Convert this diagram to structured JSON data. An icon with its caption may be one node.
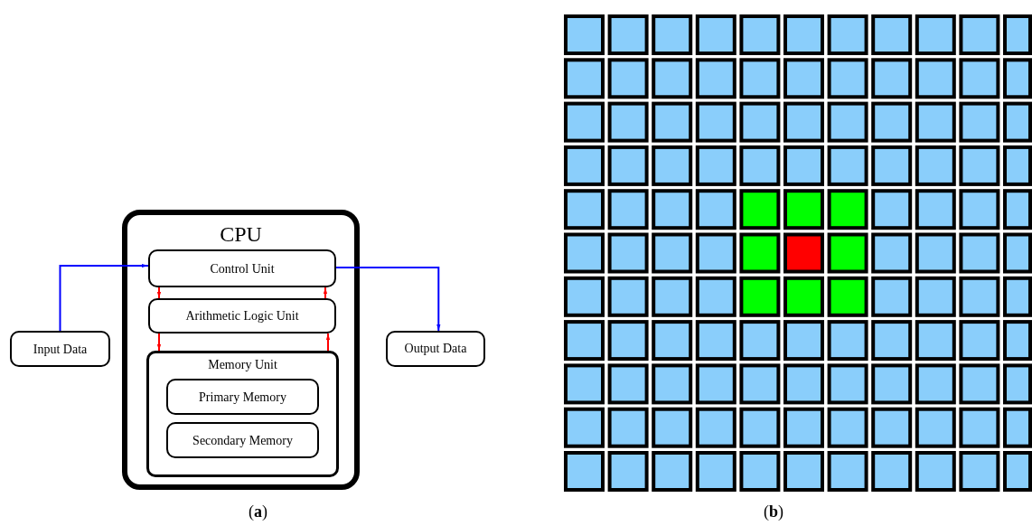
{
  "diagram": {
    "nodes": [
      {
        "text": [
          "CPU"
        ]
      },
      {
        "text": [
          "Control Unit"
        ],
        "in": 0
      },
      {
        "text": [
          "Arithmetic Logic Unit"
        ],
        "in": 0
      },
      {
        "text": [
          "Memory Unit"
        ],
        "in": 0
      },
      {
        "text": [
          "Primary Memory"
        ],
        "in": 3
      },
      {
        "text": [
          "Secondary Memory"
        ],
        "in": 3
      },
      {
        "text": [
          "Input Data"
        ]
      },
      {
        "text": [
          "Output Data"
        ]
      }
    ],
    "edges": [
      {
        "from": 6,
        "to": 1,
        "arrow": "to",
        "color": "#0000ff"
      },
      {
        "from": 1,
        "to": 7,
        "arrow": "to",
        "color": "#0000ff"
      },
      {
        "from": 1,
        "to": 2,
        "arrow": "to"
      },
      {
        "from": 2,
        "to": 3,
        "arrow": "to"
      },
      {
        "from": 3,
        "to": 2,
        "arrow": "to"
      },
      {
        "from": 2,
        "to": 1,
        "arrow": "to"
      }
    ],
    "labels": [
      "(**a**)",
      "(**b**)"
    ]
  }
}
